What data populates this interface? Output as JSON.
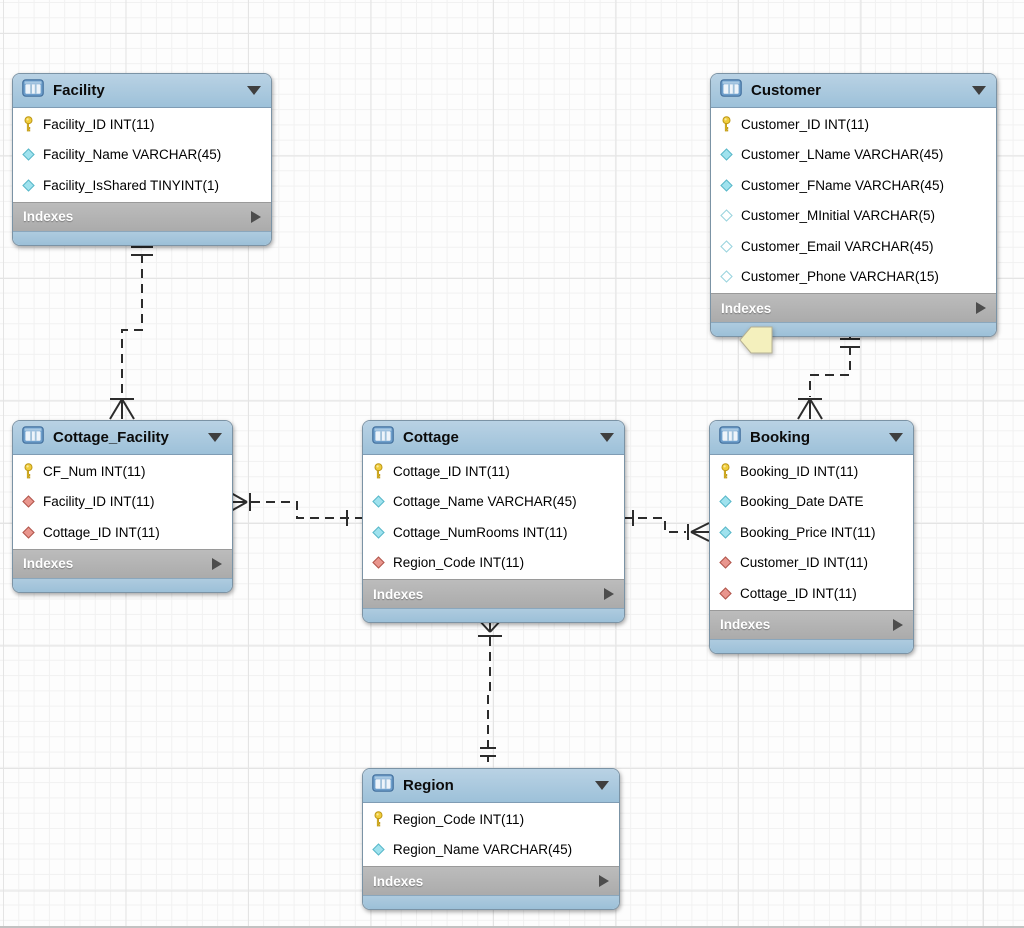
{
  "canvas": {
    "background": "#fdfdfd",
    "grid_minor_color": "#f1f1f1",
    "grid_major_color": "#e4e4e4"
  },
  "colors": {
    "table_header_blue": "#a9c8de",
    "table_border": "#7b93a5",
    "indexes_bar_gray": "#b2b2b2",
    "indexes_text": "#ffffff",
    "primary_key_fill": "#f0cd3c",
    "primary_key_stroke": "#bd9717",
    "attribute_notnull_fill": "#9fe2ee",
    "attribute_notnull_stroke": "#59b8c9",
    "attribute_nullable_fill": "#ffffff",
    "attribute_nullable_stroke": "#9bd4de",
    "foreign_key_fill": "#e9968e",
    "foreign_key_stroke": "#b2564c",
    "relationship_line": "#2c2c2c",
    "note_fill": "#f4f0bd",
    "note_stroke": "#b5b093"
  },
  "tables": [
    {
      "title": "Facility",
      "indexes_label": "Indexes",
      "columns": [
        {
          "icon": "primary-key",
          "text": "Facility_ID INT(11)"
        },
        {
          "icon": "attribute-notnull",
          "text": "Facility_Name VARCHAR(45)"
        },
        {
          "icon": "attribute-notnull",
          "text": "Facility_IsShared TINYINT(1)"
        }
      ]
    },
    {
      "title": "Customer",
      "indexes_label": "Indexes",
      "columns": [
        {
          "icon": "primary-key",
          "text": "Customer_ID INT(11)"
        },
        {
          "icon": "attribute-notnull",
          "text": "Customer_LName VARCHAR(45)"
        },
        {
          "icon": "attribute-notnull",
          "text": "Customer_FName VARCHAR(45)"
        },
        {
          "icon": "attribute-nullable",
          "text": "Customer_MInitial VARCHAR(5)"
        },
        {
          "icon": "attribute-nullable",
          "text": "Customer_Email VARCHAR(45)"
        },
        {
          "icon": "attribute-nullable",
          "text": "Customer_Phone VARCHAR(15)"
        }
      ]
    },
    {
      "title": "Cottage_Facility",
      "indexes_label": "Indexes",
      "columns": [
        {
          "icon": "primary-key",
          "text": "CF_Num INT(11)"
        },
        {
          "icon": "foreign-key",
          "text": "Facility_ID INT(11)"
        },
        {
          "icon": "foreign-key",
          "text": "Cottage_ID INT(11)"
        }
      ]
    },
    {
      "title": "Cottage",
      "indexes_label": "Indexes",
      "columns": [
        {
          "icon": "primary-key",
          "text": "Cottage_ID INT(11)"
        },
        {
          "icon": "attribute-notnull",
          "text": "Cottage_Name VARCHAR(45)"
        },
        {
          "icon": "attribute-notnull",
          "text": "Cottage_NumRooms INT(11)"
        },
        {
          "icon": "foreign-key",
          "text": "Region_Code INT(11)"
        }
      ]
    },
    {
      "title": "Booking",
      "indexes_label": "Indexes",
      "columns": [
        {
          "icon": "primary-key",
          "text": "Booking_ID INT(11)"
        },
        {
          "icon": "attribute-notnull",
          "text": "Booking_Date DATE"
        },
        {
          "icon": "attribute-notnull",
          "text": "Booking_Price INT(11)"
        },
        {
          "icon": "foreign-key",
          "text": "Customer_ID INT(11)"
        },
        {
          "icon": "foreign-key",
          "text": "Cottage_ID INT(11)"
        }
      ]
    },
    {
      "title": "Region",
      "indexes_label": "Indexes",
      "columns": [
        {
          "icon": "primary-key",
          "text": "Region_Code INT(11)"
        },
        {
          "icon": "attribute-notnull",
          "text": "Region_Name VARCHAR(45)"
        }
      ]
    }
  ],
  "relationships": [
    {
      "from": "Facility",
      "to": "Cottage_Facility",
      "from_cardinality": "one-and-only-one",
      "to_cardinality": "one-or-many",
      "line_style": "dashed"
    },
    {
      "from": "Cottage",
      "to": "Cottage_Facility",
      "from_cardinality": "one-and-only-one",
      "to_cardinality": "one-or-many",
      "line_style": "dashed"
    },
    {
      "from": "Cottage",
      "to": "Booking",
      "from_cardinality": "one-and-only-one",
      "to_cardinality": "one-or-many",
      "line_style": "dashed"
    },
    {
      "from": "Customer",
      "to": "Booking",
      "from_cardinality": "one-and-only-one",
      "to_cardinality": "one-or-many",
      "line_style": "dashed"
    },
    {
      "from": "Region",
      "to": "Cottage",
      "from_cardinality": "one-and-only-one",
      "to_cardinality": "one-or-many",
      "line_style": "dashed"
    }
  ],
  "annotations": {
    "note_icon": "yellow-tag"
  }
}
